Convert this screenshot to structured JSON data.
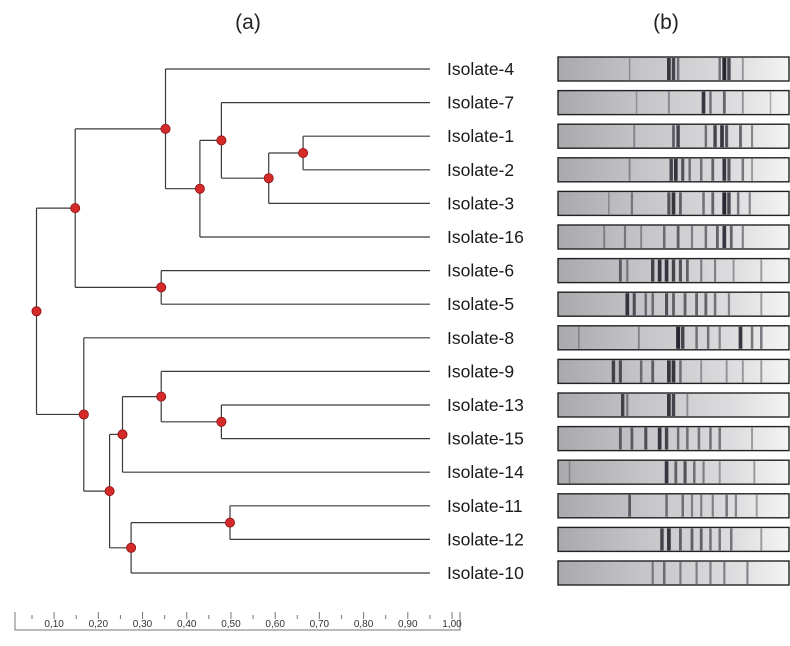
{
  "panels": {
    "a": "(a)",
    "b": "(b)"
  },
  "colors": {
    "node": "#d42a2a",
    "branch": "#3a3a3a",
    "band": "#1e1e28"
  },
  "dendrogram": {
    "leaves": [
      "Isolate-4",
      "Isolate-7",
      "Isolate-1",
      "Isolate-2",
      "Isolate-3",
      "Isolate-16",
      "Isolate-6",
      "Isolate-5",
      "Isolate-8",
      "Isolate-9",
      "Isolate-13",
      "Isolate-15",
      "Isolate-14",
      "Isolate-11",
      "Isolate-12",
      "Isolate-10"
    ],
    "nodes": [
      {
        "id": "n12",
        "children": [
          "Isolate-1",
          "Isolate-2"
        ],
        "height": 0.67
      },
      {
        "id": "n123",
        "children": [
          "n12",
          "Isolate-3"
        ],
        "height": 0.59
      },
      {
        "id": "n7123",
        "children": [
          "Isolate-7",
          "n123"
        ],
        "height": 0.48
      },
      {
        "id": "n716",
        "children": [
          "n7123",
          "Isolate-16"
        ],
        "height": 0.43
      },
      {
        "id": "n4",
        "children": [
          "Isolate-4",
          "n716"
        ],
        "height": 0.35
      },
      {
        "id": "n65",
        "children": [
          "Isolate-6",
          "Isolate-5"
        ],
        "height": 0.34
      },
      {
        "id": "nTop",
        "children": [
          "n4",
          "n65"
        ],
        "height": 0.14
      },
      {
        "id": "n1315",
        "children": [
          "Isolate-13",
          "Isolate-15"
        ],
        "height": 0.48
      },
      {
        "id": "n9",
        "children": [
          "Isolate-9",
          "n1315"
        ],
        "height": 0.34
      },
      {
        "id": "n14",
        "children": [
          "n9",
          "Isolate-14"
        ],
        "height": 0.25
      },
      {
        "id": "n1112",
        "children": [
          "Isolate-11",
          "Isolate-12"
        ],
        "height": 0.5
      },
      {
        "id": "n10",
        "children": [
          "n1112",
          "Isolate-10"
        ],
        "height": 0.27
      },
      {
        "id": "nLow",
        "children": [
          "n14",
          "n10"
        ],
        "height": 0.22
      },
      {
        "id": "n8",
        "children": [
          "Isolate-8",
          "nLow"
        ],
        "height": 0.16
      },
      {
        "id": "root",
        "children": [
          "nTop",
          "n8"
        ],
        "height": 0.05
      }
    ]
  },
  "scale": {
    "ticks": [
      "0,10",
      "0,20",
      "0,30",
      "0,40",
      "0,50",
      "0,60",
      "0,70",
      "0,80",
      "0,90",
      "1,00"
    ],
    "tick_values": [
      0.1,
      0.2,
      0.3,
      0.4,
      0.5,
      0.6,
      0.7,
      0.8,
      0.9,
      1.0
    ]
  },
  "gel": {
    "lanes": [
      {
        "isolate": "Isolate-4",
        "bands": [
          [
            0.31,
            0.2
          ],
          [
            0.48,
            0.9
          ],
          [
            0.5,
            0.8
          ],
          [
            0.52,
            0.5
          ],
          [
            0.7,
            0.5
          ],
          [
            0.72,
            1.0
          ],
          [
            0.74,
            0.8
          ],
          [
            0.8,
            0.3
          ]
        ]
      },
      {
        "isolate": "Isolate-7",
        "bands": [
          [
            0.34,
            0.2
          ],
          [
            0.48,
            0.3
          ],
          [
            0.63,
            0.9
          ],
          [
            0.66,
            0.5
          ],
          [
            0.72,
            0.6
          ],
          [
            0.8,
            0.3
          ],
          [
            0.92,
            0.2
          ]
        ]
      },
      {
        "isolate": "Isolate-1",
        "bands": [
          [
            0.33,
            0.3
          ],
          [
            0.5,
            0.6
          ],
          [
            0.52,
            0.8
          ],
          [
            0.64,
            0.5
          ],
          [
            0.68,
            0.8
          ],
          [
            0.71,
            0.9
          ],
          [
            0.73,
            0.7
          ],
          [
            0.79,
            0.6
          ],
          [
            0.84,
            0.4
          ]
        ]
      },
      {
        "isolate": "Isolate-2",
        "bands": [
          [
            0.31,
            0.3
          ],
          [
            0.49,
            0.8
          ],
          [
            0.51,
            0.9
          ],
          [
            0.54,
            0.7
          ],
          [
            0.57,
            0.5
          ],
          [
            0.62,
            0.5
          ],
          [
            0.67,
            0.6
          ],
          [
            0.72,
            0.9
          ],
          [
            0.74,
            0.7
          ],
          [
            0.8,
            0.5
          ],
          [
            0.84,
            0.3
          ]
        ]
      },
      {
        "isolate": "Isolate-3",
        "bands": [
          [
            0.22,
            0.2
          ],
          [
            0.32,
            0.4
          ],
          [
            0.48,
            0.7
          ],
          [
            0.5,
            0.9
          ],
          [
            0.53,
            0.6
          ],
          [
            0.63,
            0.5
          ],
          [
            0.67,
            0.6
          ],
          [
            0.72,
            1.0
          ],
          [
            0.74,
            0.8
          ],
          [
            0.78,
            0.5
          ],
          [
            0.83,
            0.4
          ]
        ]
      },
      {
        "isolate": "Isolate-16",
        "bands": [
          [
            0.2,
            0.3
          ],
          [
            0.29,
            0.4
          ],
          [
            0.36,
            0.3
          ],
          [
            0.46,
            0.5
          ],
          [
            0.52,
            0.6
          ],
          [
            0.58,
            0.4
          ],
          [
            0.64,
            0.5
          ],
          [
            0.69,
            0.6
          ],
          [
            0.72,
            0.9
          ],
          [
            0.75,
            0.6
          ],
          [
            0.8,
            0.4
          ]
        ]
      },
      {
        "isolate": "Isolate-6",
        "bands": [
          [
            0.27,
            0.6
          ],
          [
            0.3,
            0.4
          ],
          [
            0.41,
            0.8
          ],
          [
            0.44,
            0.9
          ],
          [
            0.47,
            0.9
          ],
          [
            0.5,
            0.8
          ],
          [
            0.53,
            0.7
          ],
          [
            0.56,
            0.6
          ],
          [
            0.62,
            0.4
          ],
          [
            0.68,
            0.4
          ],
          [
            0.76,
            0.3
          ],
          [
            0.88,
            0.3
          ]
        ]
      },
      {
        "isolate": "Isolate-5",
        "bands": [
          [
            0.3,
            0.9
          ],
          [
            0.33,
            0.7
          ],
          [
            0.38,
            0.5
          ],
          [
            0.41,
            0.5
          ],
          [
            0.47,
            0.7
          ],
          [
            0.5,
            0.6
          ],
          [
            0.55,
            0.6
          ],
          [
            0.6,
            0.6
          ],
          [
            0.64,
            0.6
          ],
          [
            0.68,
            0.5
          ],
          [
            0.74,
            0.4
          ],
          [
            0.88,
            0.3
          ]
        ]
      },
      {
        "isolate": "Isolate-8",
        "bands": [
          [
            0.09,
            0.2
          ],
          [
            0.35,
            0.3
          ],
          [
            0.52,
            1.0
          ],
          [
            0.54,
            0.8
          ],
          [
            0.6,
            0.5
          ],
          [
            0.65,
            0.5
          ],
          [
            0.7,
            0.4
          ],
          [
            0.79,
            0.9
          ],
          [
            0.84,
            0.5
          ],
          [
            0.88,
            0.5
          ]
        ]
      },
      {
        "isolate": "Isolate-9",
        "bands": [
          [
            0.24,
            0.8
          ],
          [
            0.27,
            0.7
          ],
          [
            0.36,
            0.5
          ],
          [
            0.41,
            0.6
          ],
          [
            0.48,
            0.9
          ],
          [
            0.5,
            0.9
          ],
          [
            0.53,
            0.5
          ],
          [
            0.62,
            0.3
          ],
          [
            0.73,
            0.3
          ],
          [
            0.8,
            0.3
          ],
          [
            0.88,
            0.3
          ]
        ]
      },
      {
        "isolate": "Isolate-13",
        "bands": [
          [
            0.28,
            0.8
          ],
          [
            0.3,
            0.4
          ],
          [
            0.48,
            0.9
          ],
          [
            0.5,
            0.8
          ],
          [
            0.56,
            0.3
          ]
        ]
      },
      {
        "isolate": "Isolate-15",
        "bands": [
          [
            0.27,
            0.6
          ],
          [
            0.32,
            0.6
          ],
          [
            0.38,
            0.7
          ],
          [
            0.44,
            0.9
          ],
          [
            0.47,
            0.8
          ],
          [
            0.52,
            0.5
          ],
          [
            0.56,
            0.5
          ],
          [
            0.61,
            0.5
          ],
          [
            0.66,
            0.5
          ],
          [
            0.7,
            0.5
          ],
          [
            0.84,
            0.3
          ]
        ]
      },
      {
        "isolate": "Isolate-14",
        "bands": [
          [
            0.05,
            0.2
          ],
          [
            0.47,
            0.9
          ],
          [
            0.51,
            0.6
          ],
          [
            0.55,
            0.7
          ],
          [
            0.59,
            0.5
          ],
          [
            0.63,
            0.4
          ],
          [
            0.7,
            0.3
          ],
          [
            0.85,
            0.3
          ]
        ]
      },
      {
        "isolate": "Isolate-11",
        "bands": [
          [
            0.31,
            0.6
          ],
          [
            0.47,
            0.5
          ],
          [
            0.54,
            0.5
          ],
          [
            0.58,
            0.4
          ],
          [
            0.62,
            0.4
          ],
          [
            0.67,
            0.4
          ],
          [
            0.73,
            0.5
          ],
          [
            0.77,
            0.4
          ],
          [
            0.86,
            0.3
          ]
        ]
      },
      {
        "isolate": "Isolate-12",
        "bands": [
          [
            0.45,
            0.8
          ],
          [
            0.48,
            0.9
          ],
          [
            0.53,
            0.6
          ],
          [
            0.58,
            0.6
          ],
          [
            0.62,
            0.6
          ],
          [
            0.66,
            0.5
          ],
          [
            0.7,
            0.5
          ],
          [
            0.75,
            0.5
          ],
          [
            0.88,
            0.3
          ]
        ]
      },
      {
        "isolate": "Isolate-10",
        "bands": [
          [
            0.41,
            0.4
          ],
          [
            0.46,
            0.5
          ],
          [
            0.53,
            0.4
          ],
          [
            0.6,
            0.4
          ],
          [
            0.66,
            0.4
          ],
          [
            0.72,
            0.4
          ],
          [
            0.82,
            0.4
          ]
        ]
      }
    ]
  }
}
